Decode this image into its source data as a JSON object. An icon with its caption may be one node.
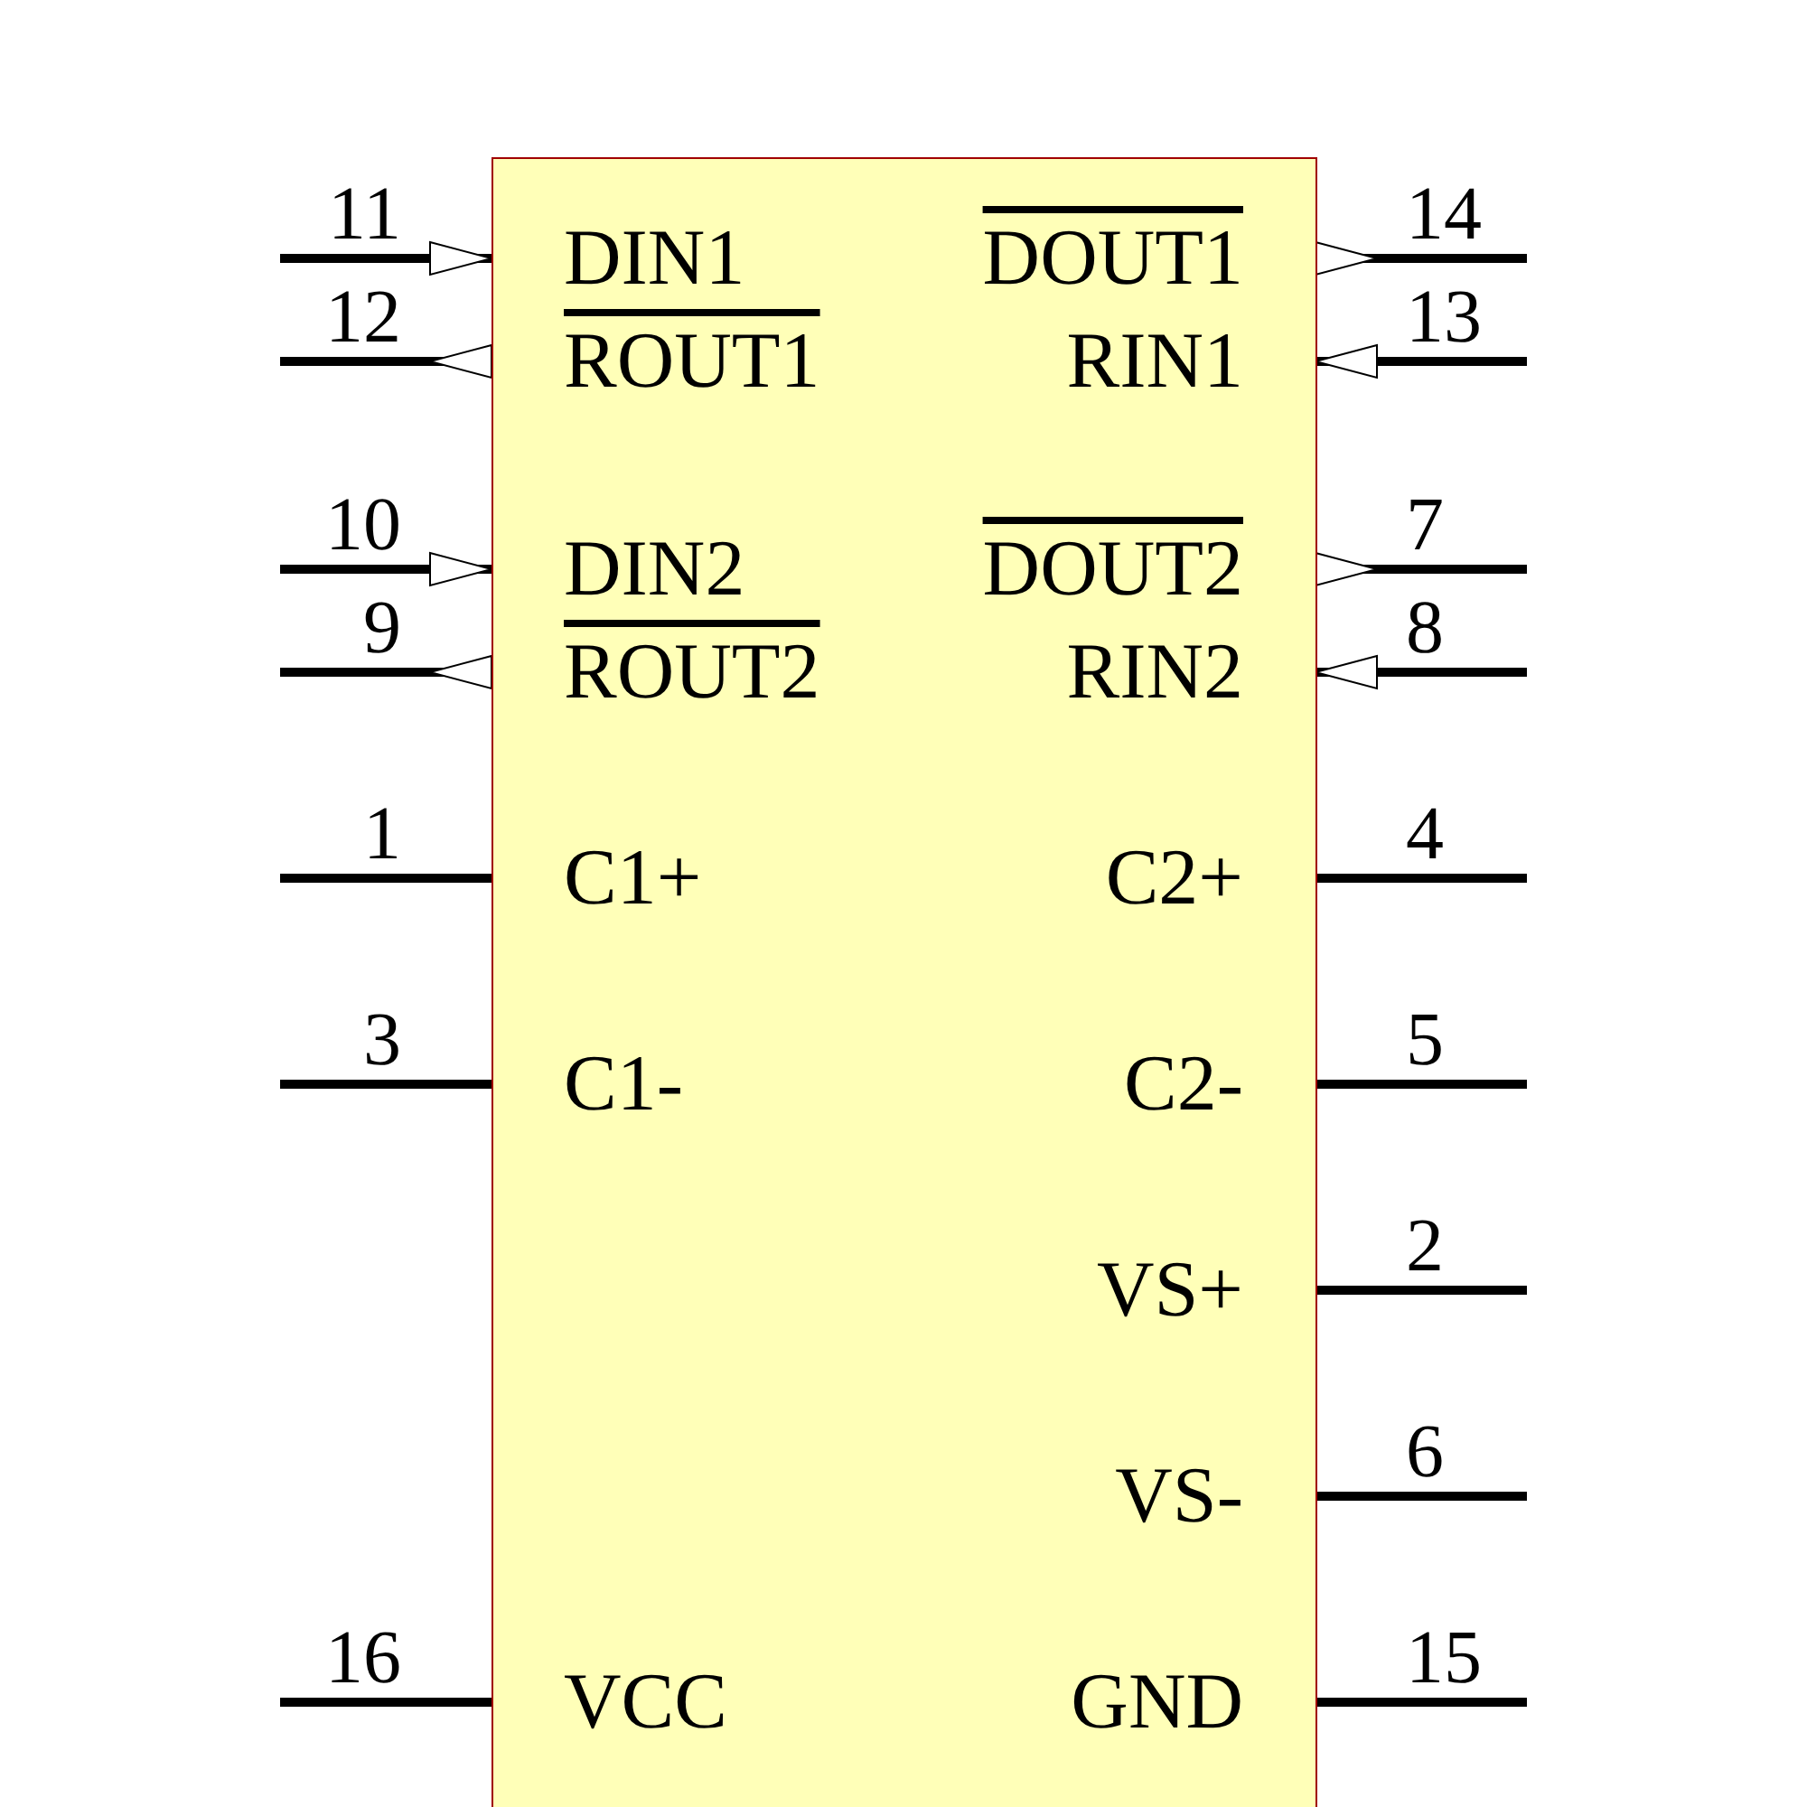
{
  "diagram": {
    "nodes": [
      {
        "text": [
          "DIN1",
          "DOUT1",
          "ROUT1",
          "RIN1",
          "DIN2",
          "DOUT2",
          "ROUT2",
          "RIN2",
          "C1+",
          "C2+",
          "C1-",
          "C2-",
          "VS+",
          "VS-",
          "VCC",
          "GND"
        ]
      }
    ],
    "labels": [
      "11",
      "14",
      "12",
      "13",
      "10",
      "7",
      "9",
      "8",
      "1",
      "4",
      "3",
      "5",
      "2",
      "6",
      "16",
      "15"
    ]
  }
}
